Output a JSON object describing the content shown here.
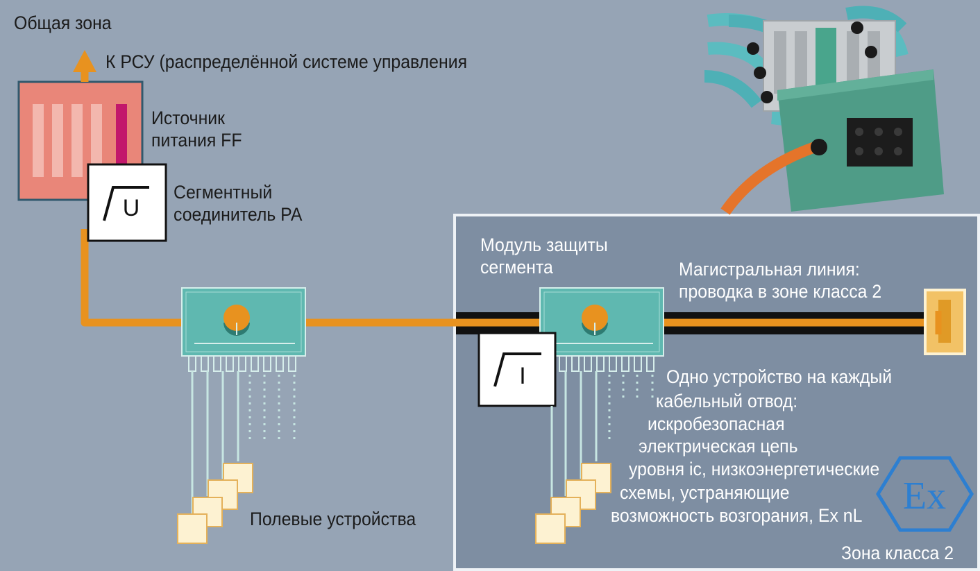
{
  "labels": {
    "general_zone": "Общая зона",
    "to_dcs": "К РСУ (распределённой системе управления",
    "power_supply": "Источник\nпитания FF",
    "segment_coupler": "Сегментный\nсоединитель PA",
    "segment_protector": "Модуль защиты\nсегмента",
    "trunk_line": "Магистральная линия:\nпроводка в зоне класса 2",
    "spur_note": [
      "Одно устройство на каждый",
      "кабельный отвод:",
      "искробезопасная",
      "электрическая цепь",
      "уровня ic, низкоэнергетические",
      "схемы, устраняющие",
      "возможность возгорания, Ex nL"
    ],
    "field_devices": "Полевые устройства",
    "zone2": "Зона класса 2",
    "coupler_symbol": "U",
    "protector_symbol": "I",
    "ex_mark": "Ex"
  },
  "colors": {
    "general_bg": "#96a4b5",
    "zone2_bg": "#7e8ea2",
    "zone2_border": "#eef2f6",
    "trunk_orange": "#e8921f",
    "trunk_black": "#111111",
    "module_teal": "#5fb8b0",
    "power_pink": "#e98679",
    "power_accent": "#c2186b",
    "device_cream": "#fdf2d2",
    "terminator": "#f2c266",
    "ex_blue": "#2d7fd1"
  }
}
